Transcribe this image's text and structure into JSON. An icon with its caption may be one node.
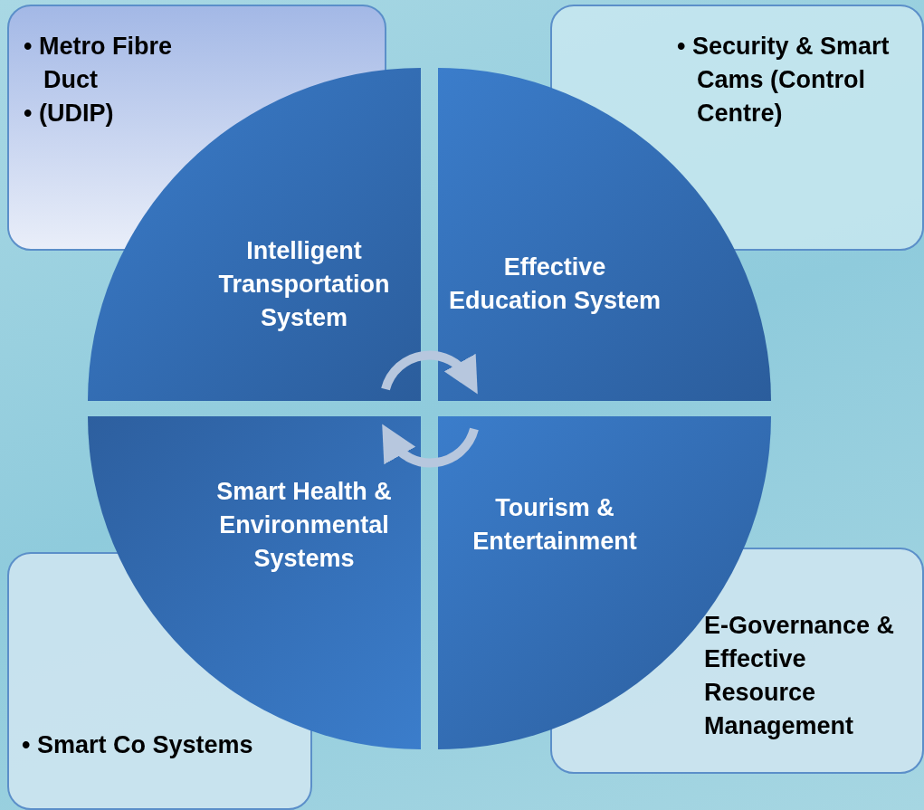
{
  "diagram": {
    "nodes": [
      {
        "text": [
          "• Metro Fibre Duct",
          "• (UDIP)"
        ]
      },
      {
        "text": [
          "• Security & Smart Cams (Control Centre)"
        ]
      },
      {
        "text": [
          "• Smart Co Systems"
        ]
      },
      {
        "text": [
          "E-Governance & Effective Resource Management"
        ]
      },
      {
        "text": [
          "Intelligent Transportation System"
        ]
      },
      {
        "text": [
          "Effective Education System"
        ]
      },
      {
        "text": [
          "Smart Health & Environmental Systems"
        ]
      },
      {
        "text": [
          "Tourism & Entertainment"
        ]
      }
    ],
    "edges": [
      {
        "from": 4,
        "to": 5,
        "arrow": "to"
      },
      {
        "from": 7,
        "to": 6,
        "arrow": "to"
      }
    ]
  }
}
